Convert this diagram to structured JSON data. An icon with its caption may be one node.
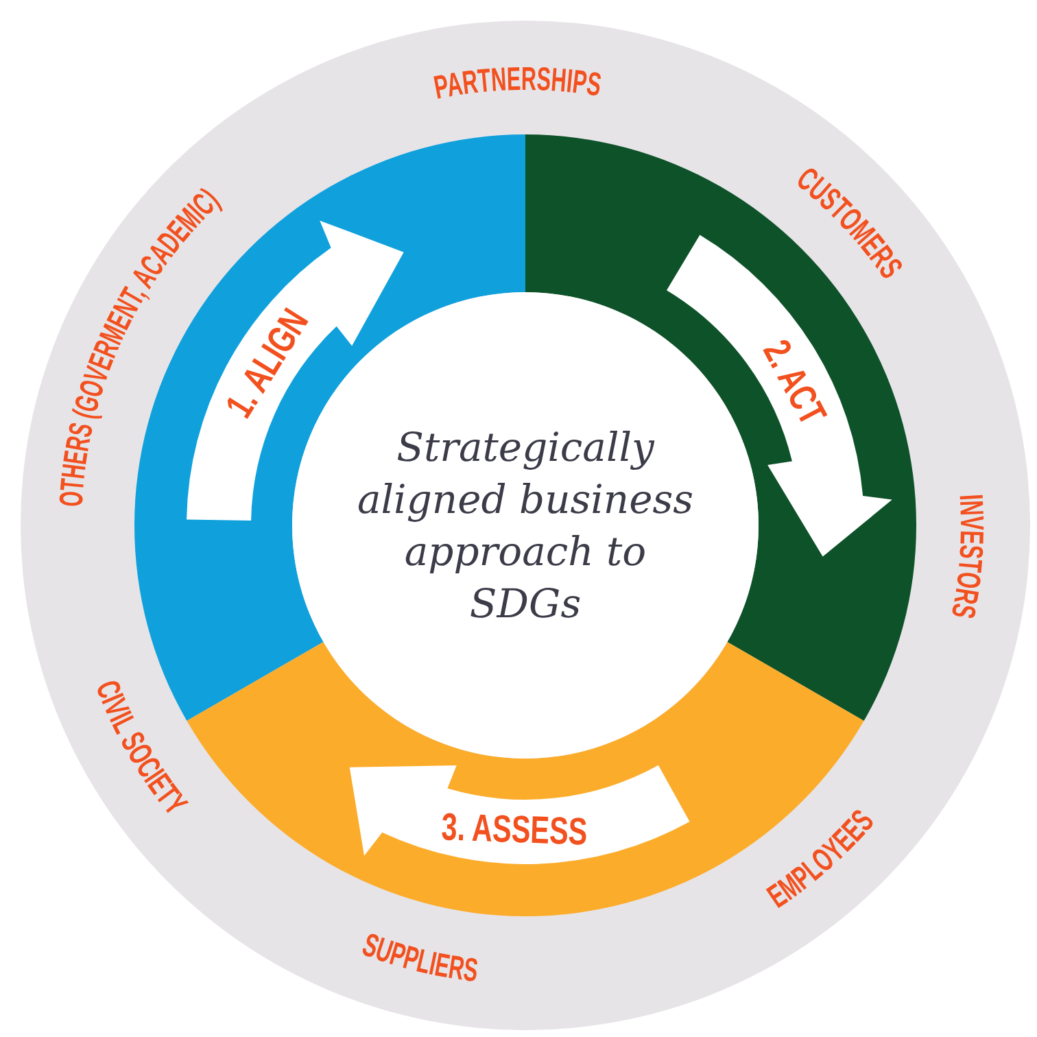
{
  "diagram": {
    "nodes": [
      {
        "text": [
          "PARTNERSHIPS",
          "CUSTOMERS",
          "INVESTORS",
          "EMPLOYEES",
          "SUPPLIERS",
          "CIVIL SOCIETY",
          "OTHERS (GOVERMENT, ACADEMIC)"
        ]
      },
      {
        "text": [
          "1. ALIGN"
        ],
        "in": 0
      },
      {
        "text": [
          "2. ACT"
        ],
        "in": 0
      },
      {
        "text": [
          "3. ASSESS"
        ],
        "in": 0
      },
      {
        "text": [
          "Strategically aligned business approach to SDGs"
        ],
        "in": 0
      }
    ]
  }
}
